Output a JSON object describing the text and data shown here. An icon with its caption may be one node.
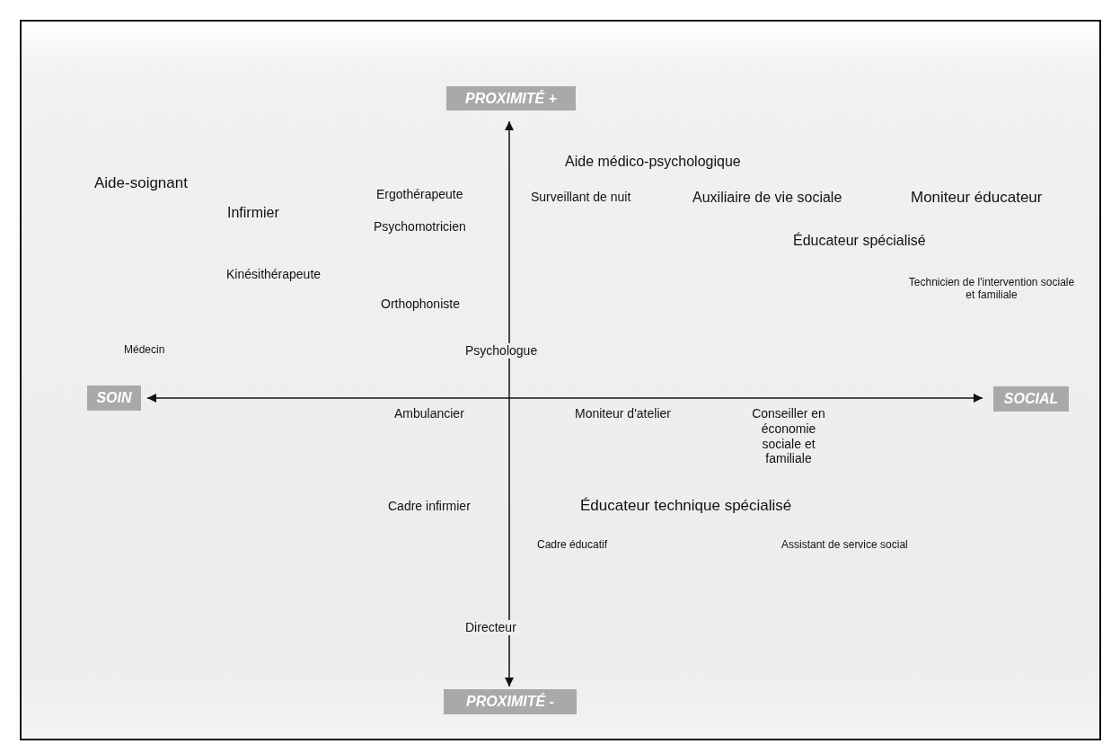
{
  "diagram": {
    "nodes": [
      {
        "text": [
          "PROXIMITÉ +"
        ]
      },
      {
        "text": [
          "SOIN"
        ]
      },
      {
        "text": [
          "SOCIAL"
        ]
      },
      {
        "text": [
          "PROXIMITÉ -"
        ]
      }
    ],
    "edges": [
      {
        "from": 3,
        "to": 0,
        "arrow": "both"
      },
      {
        "from": 1,
        "to": 2,
        "arrow": "both"
      }
    ],
    "labels": [
      "Aide médico-psychologique",
      "Aide-soignant",
      "Ergothérapeute",
      "Surveillant de nuit",
      "Auxiliaire de vie sociale",
      "Moniteur éducateur",
      "Infirmier",
      "Psychomotricien",
      "Éducateur spécialisé",
      "Kinésithérapeute",
      "Technicien de l'intervention sociale et familiale",
      "Orthophoniste",
      "Médecin",
      "Psychologue",
      "Ambulancier",
      "Moniteur d'atelier",
      "Conseiller en économie sociale et familiale",
      "Cadre infirmier",
      "Éducateur technique spécialisé",
      "Cadre éducatif",
      "Assistant de service social",
      "Directeur"
    ]
  }
}
